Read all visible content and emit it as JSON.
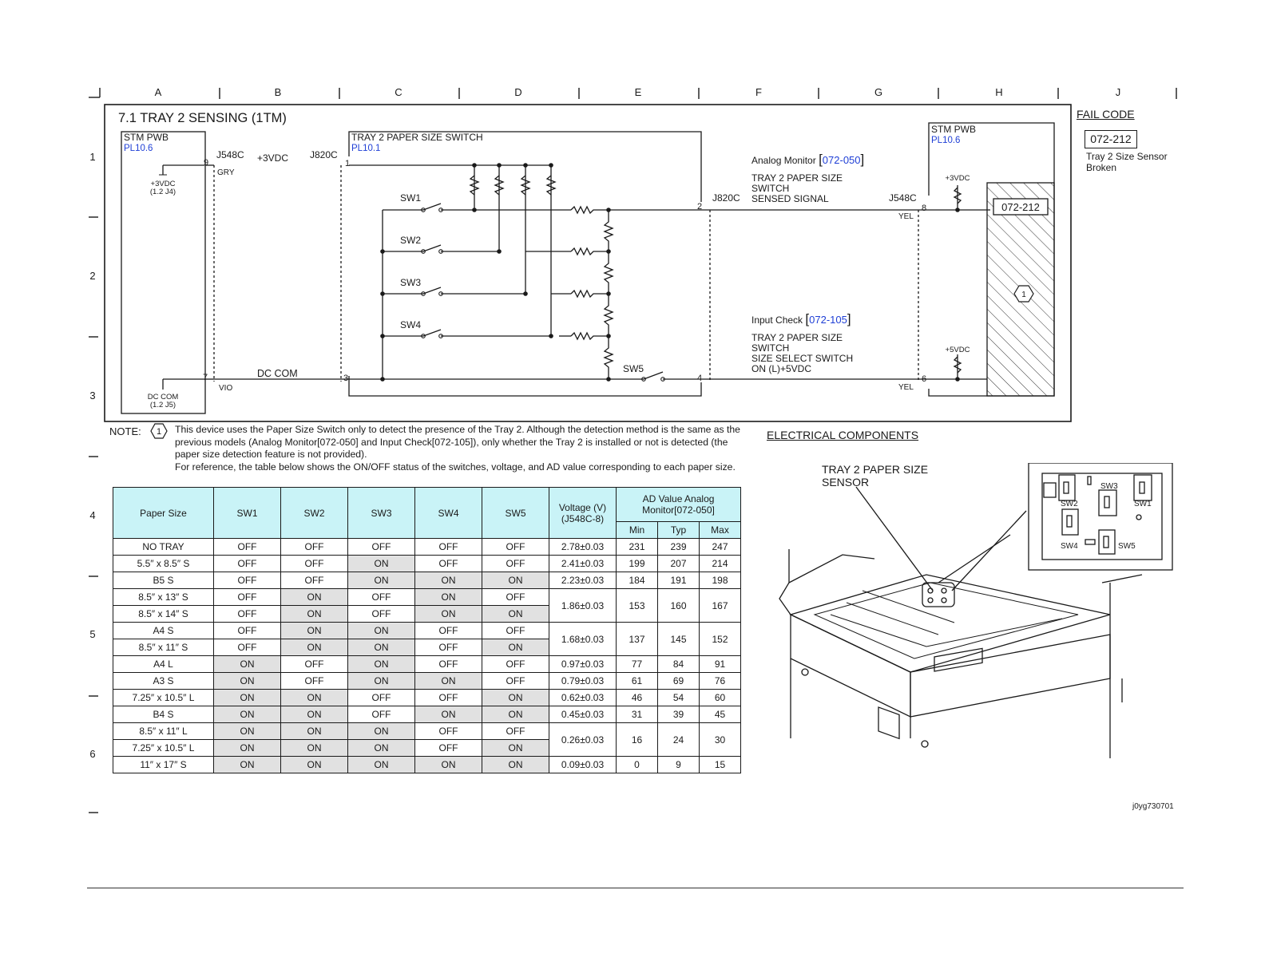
{
  "grid": {
    "columns": [
      "A",
      "B",
      "C",
      "D",
      "E",
      "F",
      "G",
      "H",
      "J"
    ],
    "rows": [
      "1",
      "2",
      "3",
      "4",
      "5",
      "6"
    ]
  },
  "diagram": {
    "title": "7.1 TRAY 2 SENSING (1TM)",
    "left_pwb": {
      "name": "STM PWB",
      "ref": "PL10.6"
    },
    "left_3vdc": [
      "+3VDC",
      "(1.2 J4)"
    ],
    "left_dccom": [
      "DC COM",
      "(1.2 J5)"
    ],
    "j548c_left": "J548C",
    "plus3vdc": "+3VDC",
    "j820c_left": "J820C",
    "gry": "GRY",
    "vio": "VIO",
    "dc_com": "DC COM",
    "pin9": "9",
    "pin7": "7",
    "pin1": "1",
    "pin3": "3",
    "switch_block": {
      "name": "TRAY 2 PAPER SIZE SWITCH",
      "ref": "PL10.1"
    },
    "switches": [
      "SW1",
      "SW2",
      "SW3",
      "SW4",
      "SW5"
    ],
    "pin2": "2",
    "pin4": "4",
    "j820c_right": "J820C",
    "j548c_right": "J548C",
    "pin8": "8",
    "pin6": "6",
    "yel1": "YEL",
    "yel2": "YEL",
    "analog_monitor": {
      "label": "Analog Monitor",
      "code": "072-050"
    },
    "signal1": [
      "TRAY 2 PAPER SIZE",
      "SWITCH",
      "SENSED SIGNAL"
    ],
    "input_check": {
      "label": "Input Check",
      "code": "072-105"
    },
    "signal2": [
      "TRAY 2 PAPER SIZE",
      "SWITCH",
      "SIZE SELECT SWITCH",
      "ON (L)+5VDC"
    ],
    "right_pwb": {
      "name": "STM PWB",
      "ref": "PL10.6"
    },
    "right_3vdc": "+3VDC",
    "right_5vdc": "+5VDC",
    "fail_box": "072-212",
    "note_marker": "1"
  },
  "fail_code": {
    "title": "FAIL CODE",
    "code": "072-212",
    "description": "Tray 2 Size Sensor Broken"
  },
  "note": {
    "label": "NOTE:",
    "marker": "1",
    "text1": "This device uses the Paper Size Switch only to detect the presence of the Tray 2. Although the detection method is the same as the previous models (Analog Monitor[072-050] and Input Check[072-105]), only whether the Tray 2 is installed or not is detected (the paper size detection feature is not provided).",
    "text2": "For reference, the table below shows the ON/OFF status of the switches, voltage, and AD value corresponding to each paper size."
  },
  "table": {
    "headers": {
      "paper_size": "Paper Size",
      "sw1": "SW1",
      "sw2": "SW2",
      "sw3": "SW3",
      "sw4": "SW4",
      "sw5": "SW5",
      "voltage": "Voltage (V) (J548C-8)",
      "ad_value": "AD Value Analog Monitor[072-050]",
      "min": "Min",
      "typ": "Typ",
      "max": "Max"
    },
    "rows": [
      {
        "size": "NO TRAY",
        "sw": [
          "OFF",
          "OFF",
          "OFF",
          "OFF",
          "OFF"
        ],
        "voltage": "2.78±0.03",
        "min": "231",
        "typ": "239",
        "max": "247",
        "span": 1
      },
      {
        "size": "5.5″ x 8.5″ S",
        "sw": [
          "OFF",
          "OFF",
          "ON",
          "OFF",
          "OFF"
        ],
        "voltage": "2.41±0.03",
        "min": "199",
        "typ": "207",
        "max": "214",
        "span": 1
      },
      {
        "size": "B5 S",
        "sw": [
          "OFF",
          "OFF",
          "ON",
          "ON",
          "ON"
        ],
        "voltage": "2.23±0.03",
        "min": "184",
        "typ": "191",
        "max": "198",
        "span": 1
      },
      {
        "size": "8.5″ x 13″ S",
        "sw": [
          "OFF",
          "ON",
          "OFF",
          "ON",
          "OFF"
        ],
        "voltage": "1.86±0.03",
        "min": "153",
        "typ": "160",
        "max": "167",
        "span": 2
      },
      {
        "size": "8.5″ x 14″ S",
        "sw": [
          "OFF",
          "ON",
          "OFF",
          "ON",
          "ON"
        ],
        "span": 0
      },
      {
        "size": "A4 S",
        "sw": [
          "OFF",
          "ON",
          "ON",
          "OFF",
          "OFF"
        ],
        "voltage": "1.68±0.03",
        "min": "137",
        "typ": "145",
        "max": "152",
        "span": 2
      },
      {
        "size": "8.5″ x 11″ S",
        "sw": [
          "OFF",
          "ON",
          "ON",
          "OFF",
          "ON"
        ],
        "span": 0
      },
      {
        "size": "A4 L",
        "sw": [
          "ON",
          "OFF",
          "ON",
          "OFF",
          "OFF"
        ],
        "voltage": "0.97±0.03",
        "min": "77",
        "typ": "84",
        "max": "91",
        "span": 1
      },
      {
        "size": "A3 S",
        "sw": [
          "ON",
          "OFF",
          "ON",
          "ON",
          "OFF"
        ],
        "voltage": "0.79±0.03",
        "min": "61",
        "typ": "69",
        "max": "76",
        "span": 1
      },
      {
        "size": "7.25″ x 10.5″ L",
        "sw": [
          "ON",
          "ON",
          "OFF",
          "OFF",
          "ON"
        ],
        "voltage": "0.62±0.03",
        "min": "46",
        "typ": "54",
        "max": "60",
        "span": 1
      },
      {
        "size": "B4 S",
        "sw": [
          "ON",
          "ON",
          "OFF",
          "ON",
          "ON"
        ],
        "voltage": "0.45±0.03",
        "min": "31",
        "typ": "39",
        "max": "45",
        "span": 1
      },
      {
        "size": "8.5″ x 11″ L",
        "sw": [
          "ON",
          "ON",
          "ON",
          "OFF",
          "OFF"
        ],
        "voltage": "0.26±0.03",
        "min": "16",
        "typ": "24",
        "max": "30",
        "span": 2
      },
      {
        "size": "7.25″ x 10.5″ L",
        "sw": [
          "ON",
          "ON",
          "ON",
          "OFF",
          "ON"
        ],
        "span": 0
      },
      {
        "size": "11″ x 17″ S",
        "sw": [
          "ON",
          "ON",
          "ON",
          "ON",
          "ON"
        ],
        "voltage": "0.09±0.03",
        "min": "0",
        "typ": "9",
        "max": "15",
        "span": 1
      }
    ]
  },
  "components": {
    "title": "ELECTRICAL COMPONENTS",
    "sensor_label": "TRAY 2 PAPER SIZE SENSOR",
    "inset_labels": [
      "SW3",
      "SW2",
      "SW1",
      "SW4",
      "SW5"
    ]
  },
  "image_id": "j0yg730701"
}
